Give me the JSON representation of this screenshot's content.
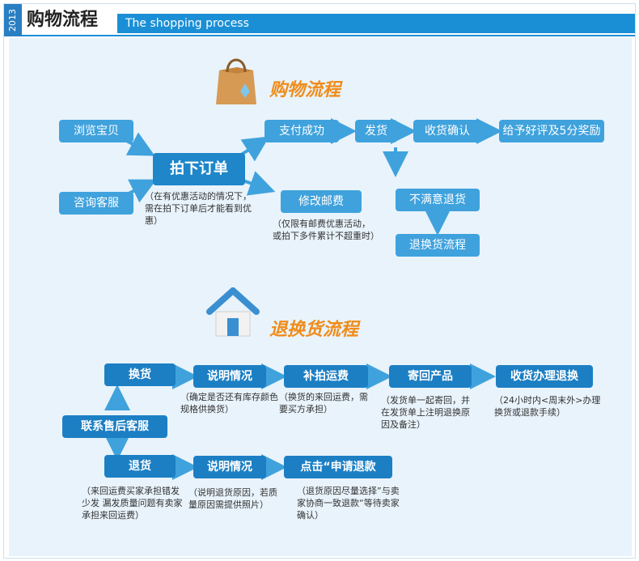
{
  "header": {
    "year": "2013",
    "title": "购物流程",
    "subtitle": "The shopping process"
  },
  "shopping": {
    "section_title": "购物流程",
    "browse": "浏览宝贝",
    "consult": "咨询客服",
    "order": "拍下订单",
    "order_note": "（在有优惠活动的情况下，需在拍下订单后才能看到优惠）",
    "pay_success": "支付成功",
    "modify_postage": "修改邮费",
    "postage_note": "（仅限有邮费优惠活动，或拍下多件累计不超重时）",
    "ship": "发货",
    "confirm_receipt": "收货确认",
    "good_review": "给予好评及5分奖励",
    "unsatisfied_return": "不满意退货",
    "return_exchange_flow": "退换货流程"
  },
  "returns": {
    "section_title": "退换货流程",
    "contact_service": "联系售后客服",
    "exchange": "换货",
    "explain1": "说明情况",
    "explain1_note": "（确定是否还有库存颜色规格供换货）",
    "reshoot_postage": "补拍运费",
    "reshoot_note": "（换货的来回运费，需要买方承担）",
    "send_back": "寄回产品",
    "send_back_note": "（发货单一起寄回，并在发货单上注明退换原因及备注）",
    "receive_process": "收货办理退换",
    "receive_note": "（24小时内<周末外>办理换货或退款手续）",
    "refund": "退货",
    "refund_note": "（来回运费买家承担错发 少发 漏发质量问题有卖家承担来回运费）",
    "explain2": "说明情况",
    "explain2_note": "（说明退货原因，若质量原因需提供照片）",
    "click_refund": "点击“申请退款",
    "click_refund_note": "（退货原因尽量选择”与卖家协商一致退款“等待卖家确认）"
  }
}
